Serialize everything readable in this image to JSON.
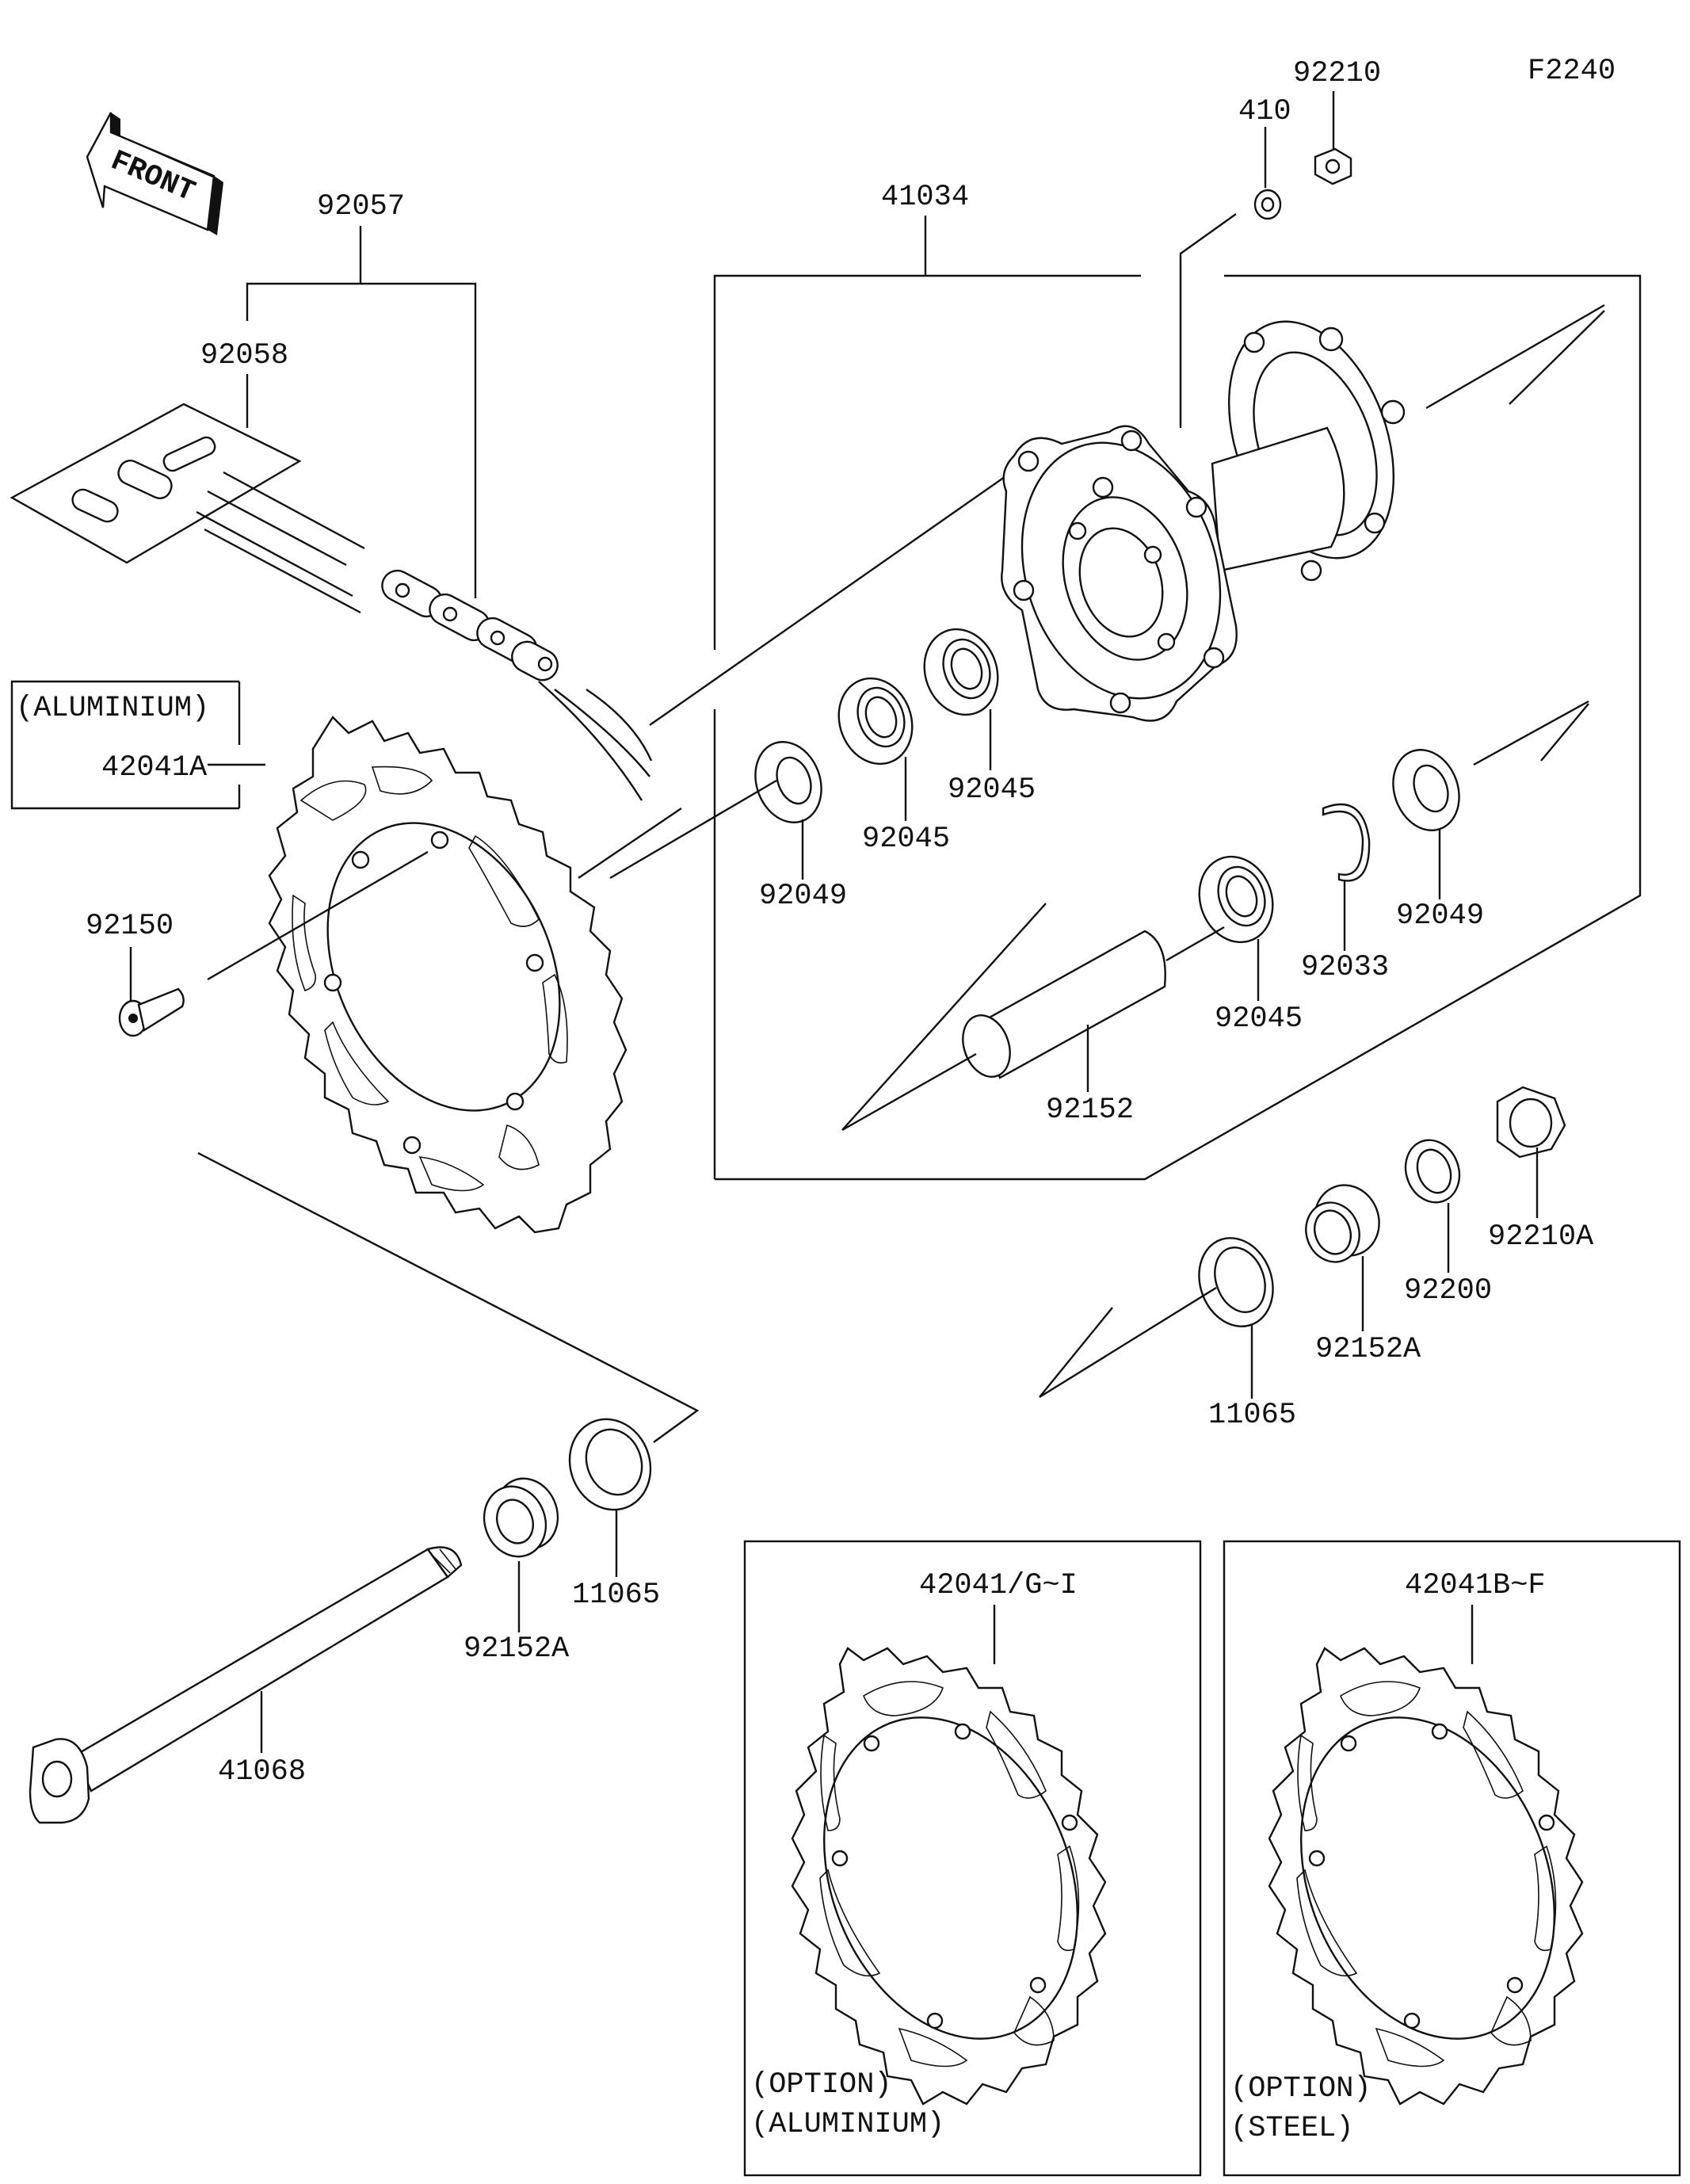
{
  "figure_code": "F2240",
  "front_label": "FRONT",
  "parts": {
    "p92210": "92210",
    "p410": "410",
    "p41034": "41034",
    "p92057": "92057",
    "p92058": "92058",
    "aluminium_tag": "(ALUMINIUM)",
    "p42041A": "42041A",
    "p92150": "92150",
    "p92049_left": "92049",
    "p92045_a": "92045",
    "p92045_b": "92045",
    "p92045_c": "92045",
    "p92049_right": "92049",
    "p92033": "92033",
    "p92152": "92152",
    "p92210A": "92210A",
    "p92200": "92200",
    "p92152A_right": "92152A",
    "p11065_right": "11065",
    "p11065_left": "11065",
    "p92152A_left": "92152A",
    "p41068": "41068",
    "p42041GI": "42041/G~I",
    "p42041BF": "42041B~F"
  },
  "options": {
    "aluminium": {
      "line1": "(OPTION)",
      "line2": "(ALUMINIUM)"
    },
    "steel": {
      "line1": "(OPTION)",
      "line2": "(STEEL)"
    }
  }
}
